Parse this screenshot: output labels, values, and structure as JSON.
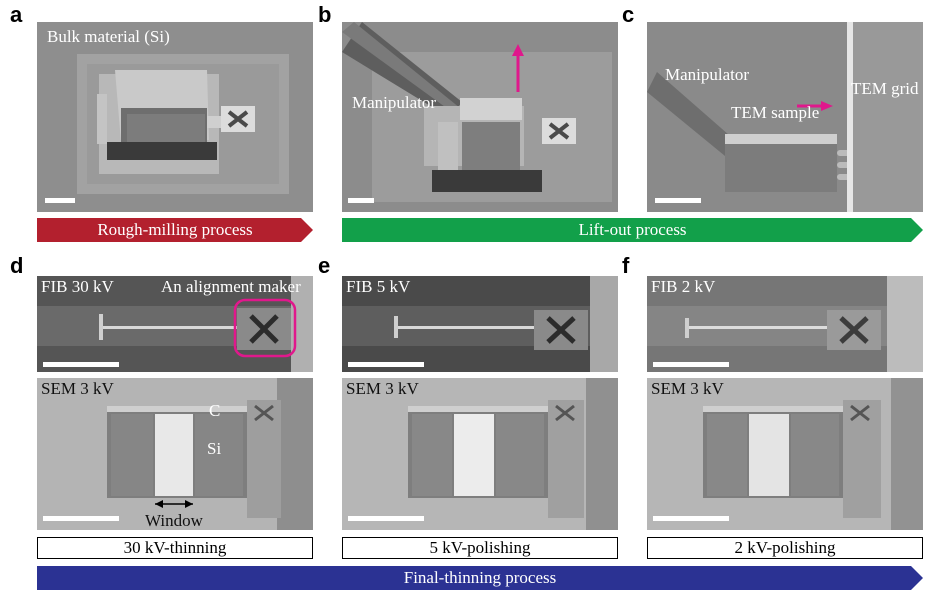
{
  "panels": {
    "a": {
      "letter": "a",
      "label": "Bulk material (Si)"
    },
    "b": {
      "letter": "b",
      "label": "Manipulator"
    },
    "c": {
      "letter": "c",
      "manipulator": "Manipulator",
      "sample": "TEM sample",
      "grid": "TEM grid"
    },
    "d": {
      "letter": "d",
      "fib": "FIB 30 kV",
      "marker": "An alignment maker",
      "sem": "SEM 3 kV",
      "c_label": "C",
      "si_label": "Si",
      "window": "Window",
      "caption": "30 kV-thinning"
    },
    "e": {
      "letter": "e",
      "fib": "FIB 5 kV",
      "sem": "SEM 3 kV",
      "caption": "5 kV-polishing"
    },
    "f": {
      "letter": "f",
      "fib": "FIB 2 kV",
      "sem": "SEM 3 kV",
      "caption": "2 kV-polishing"
    }
  },
  "processes": {
    "rough": {
      "label": "Rough-milling process",
      "color": "#b3202e"
    },
    "liftout": {
      "label": "Lift-out process",
      "color": "#12a04a"
    },
    "final": {
      "label": "Final-thinning process",
      "color": "#2b3293"
    }
  },
  "accent": "#e0188c"
}
